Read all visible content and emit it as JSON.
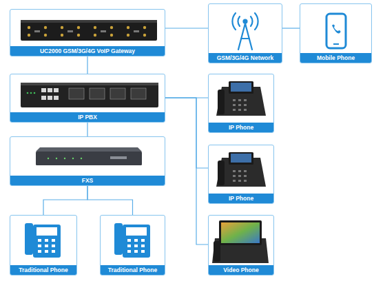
{
  "diagram": {
    "nodes": [
      {
        "text": [
          "UC2000 GSM/3G/4G VoIP Gateway"
        ]
      },
      {
        "text": [
          "GSM/3G/4G Network"
        ]
      },
      {
        "text": [
          "Mobile Phone"
        ]
      },
      {
        "text": [
          "IP PBX"
        ]
      },
      {
        "text": [
          "IP Phone"
        ]
      },
      {
        "text": [
          "FXS"
        ]
      },
      {
        "text": [
          "IP Phone"
        ]
      },
      {
        "text": [
          "Traditional Phone"
        ]
      },
      {
        "text": [
          "Traditional Phone"
        ]
      },
      {
        "text": [
          "Video Phone"
        ]
      }
    ],
    "edges": [
      {
        "from": 0,
        "to": 1,
        "arrow": "none"
      },
      {
        "from": 1,
        "to": 2,
        "arrow": "none"
      },
      {
        "from": 0,
        "to": 3,
        "arrow": "none"
      },
      {
        "from": 3,
        "to": 4,
        "arrow": "none"
      },
      {
        "from": 3,
        "to": 6,
        "arrow": "none"
      },
      {
        "from": 3,
        "to": 9,
        "arrow": "none"
      },
      {
        "from": 3,
        "to": 5,
        "arrow": "none"
      },
      {
        "from": 5,
        "to": 7,
        "arrow": "none"
      },
      {
        "from": 5,
        "to": 8,
        "arrow": "none"
      }
    ]
  }
}
